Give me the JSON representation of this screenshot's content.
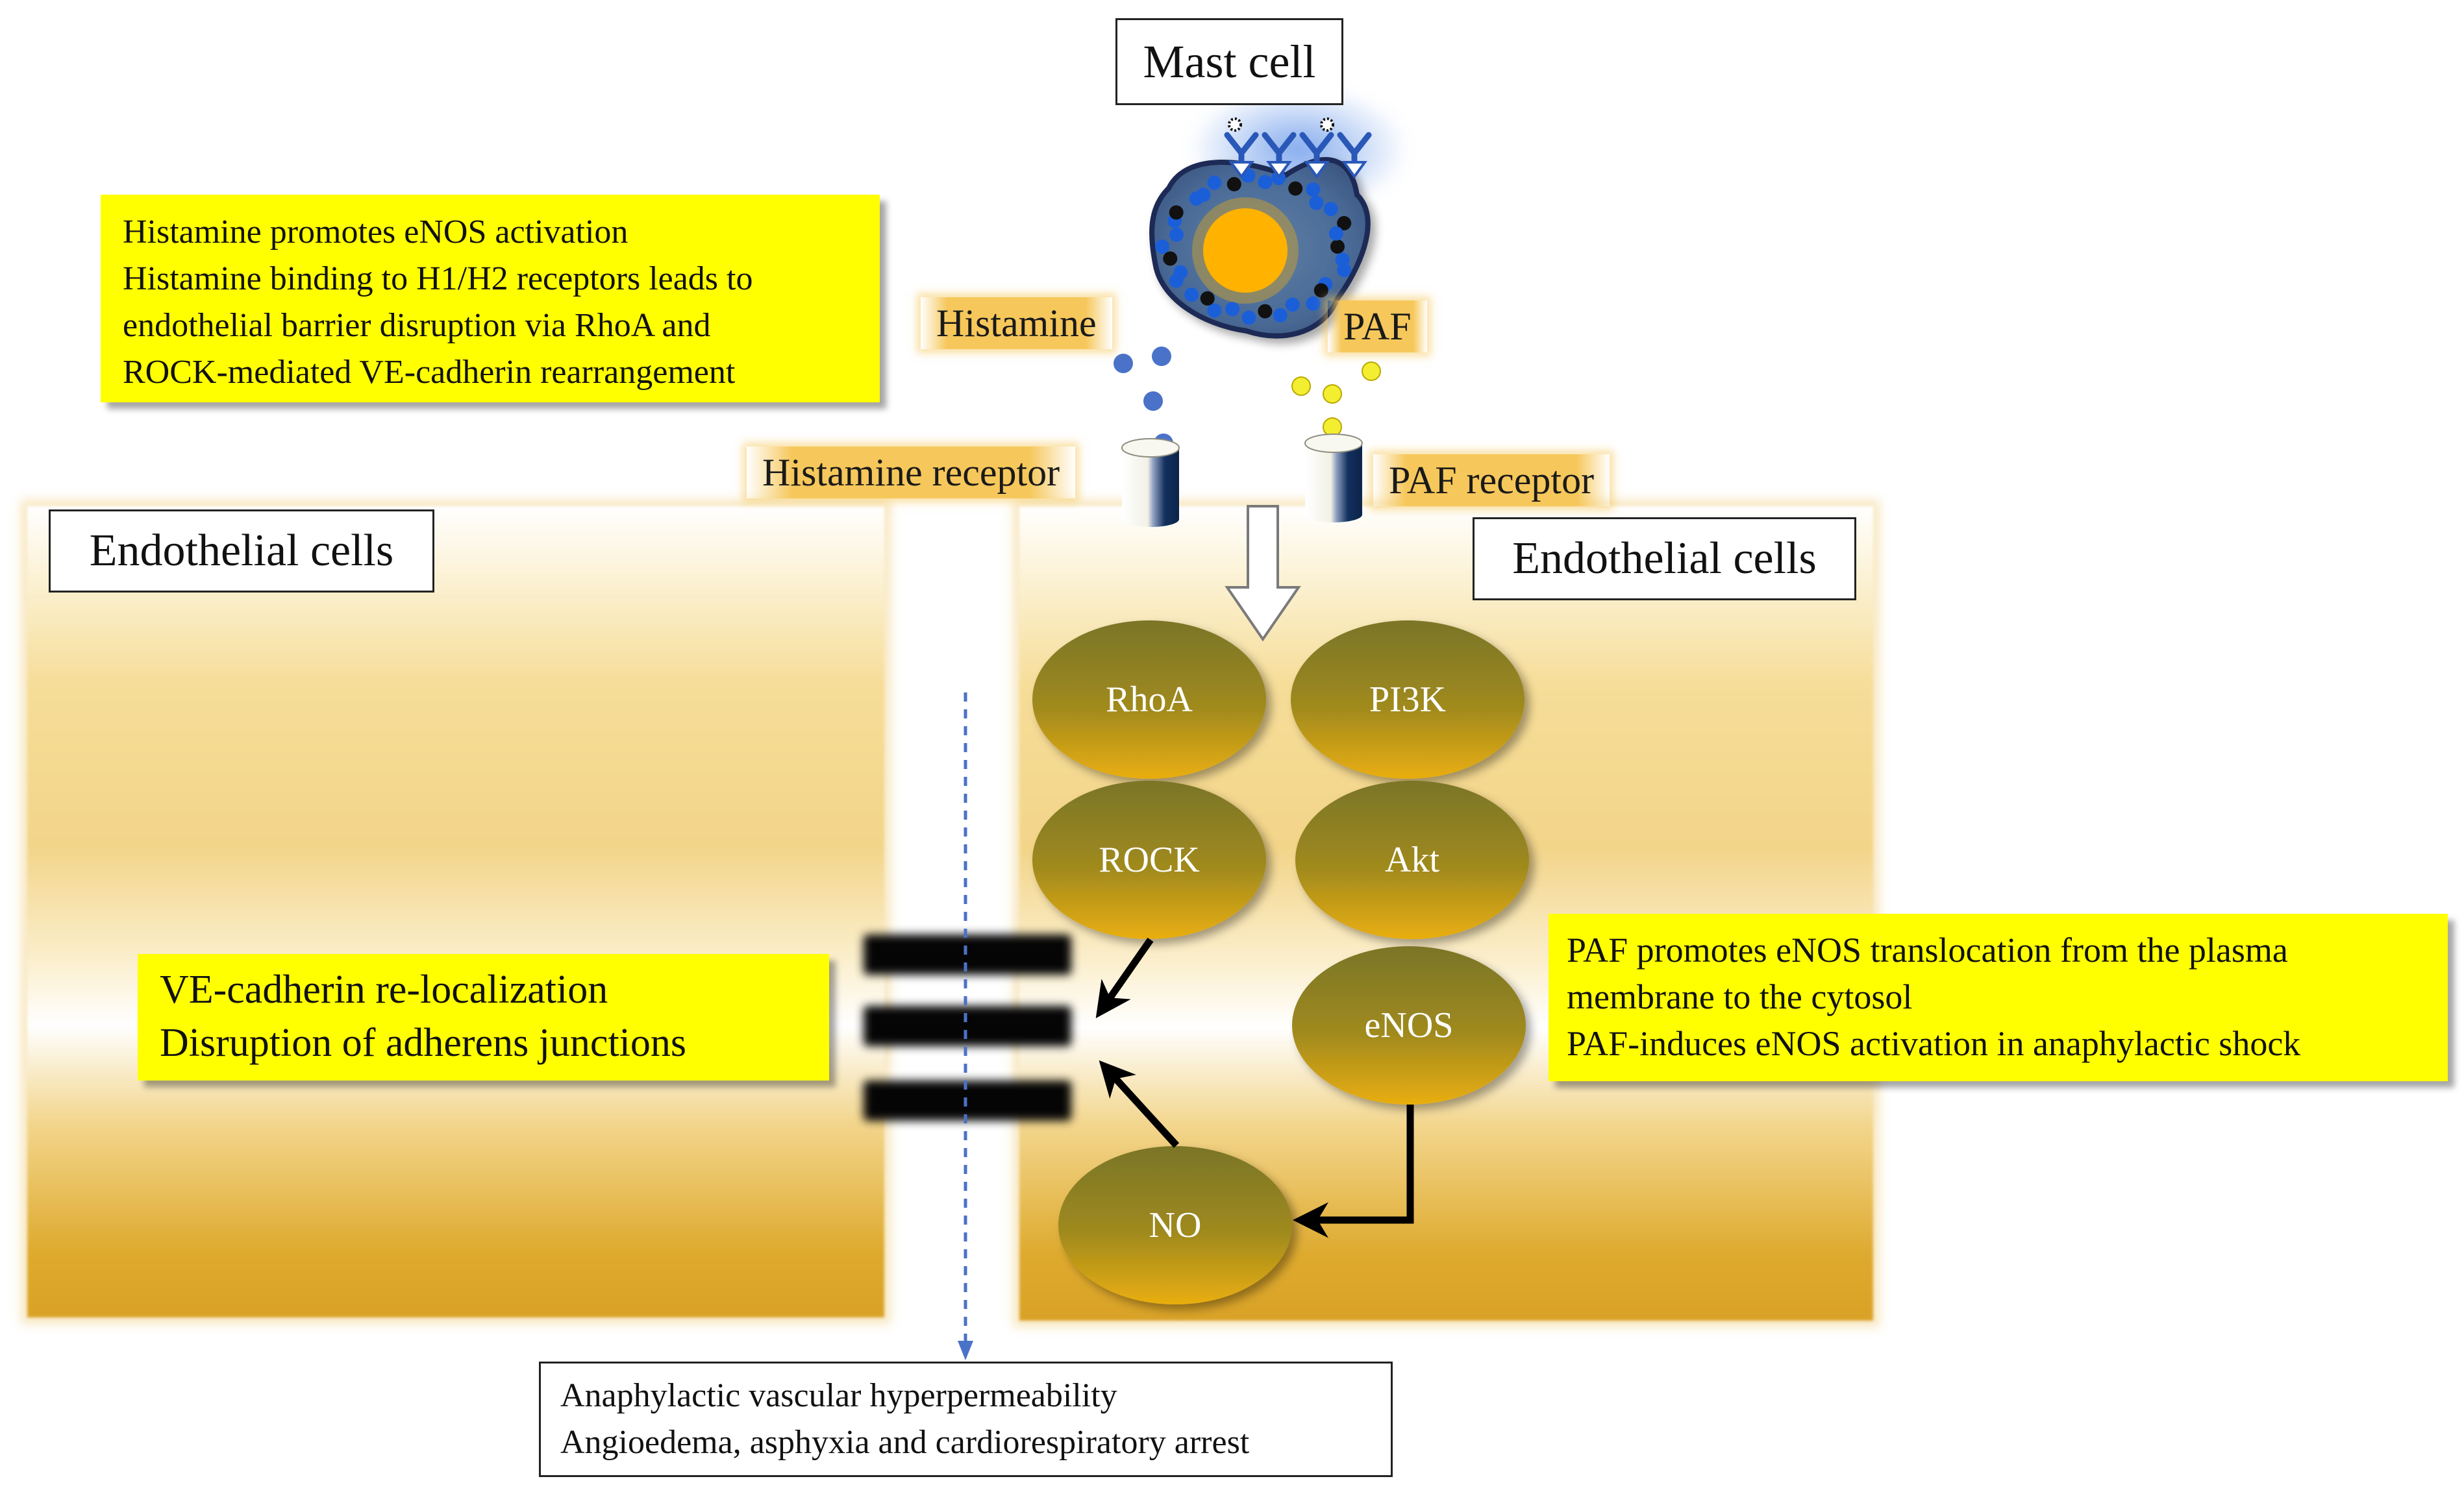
{
  "titles": {
    "mast_cell": "Mast cell",
    "endothelial_left": "Endothelial cells",
    "endothelial_right": "Endothelial cells"
  },
  "mediators": {
    "histamine": "Histamine",
    "paf": "PAF",
    "histamine_receptor": "Histamine receptor",
    "paf_receptor": "PAF receptor"
  },
  "nodes": {
    "rhoa": "RhoA",
    "rock": "ROCK",
    "pi3k": "PI3K",
    "akt": "Akt",
    "enos": "eNOS",
    "no": "NO"
  },
  "notes": {
    "histamine": [
      "Histamine  promotes eNOS activation",
      "Histamine  binding to H1/H2  receptors leads to",
      "endothelial  barrier disruption via RhoA and",
      "ROCK-mediated VE-cadherin rearrangement"
    ],
    "ve_cadherin": [
      "VE-cadherin  re-localization",
      "Disruption of adherens  junctions"
    ],
    "paf": [
      "PAF promotes eNOS translocation from the plasma",
      "membrane to the cytosol",
      "PAF-induces eNOS activation  in anaphylactic shock"
    ]
  },
  "outcome": [
    "Anaphylactic  vascular hyperpermeability",
    "Angioedema,  asphyxia and cardiorespiratory arrest"
  ],
  "colors": {
    "note_yellow": "#ffff00",
    "tag_orange": "#f6c75a",
    "node_top": "#7a7528",
    "node_bottom": "#e9ae10",
    "histamine_dot": "#4a72c8",
    "paf_dot": "#f4ee30",
    "mast_nucleus": "#ffb300",
    "mast_border": "#1f2a55",
    "granule_blue": "#1b5fd8",
    "receptor_blue": "#12305e",
    "dashed_arrow": "#4a72c8"
  }
}
